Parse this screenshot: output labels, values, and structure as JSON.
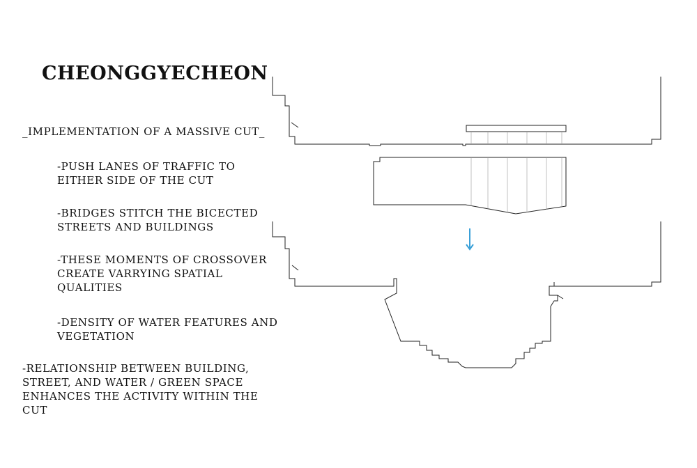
{
  "title": "CHEONGGYECHEON",
  "subtitle": "_IMPLEMENTATION OF A MASSIVE CUT_",
  "bullets": [
    {
      "lines": [
        "-PUSH LANES OF TRAFFIC TO",
        "EITHER SIDE OF THE CUT"
      ]
    },
    {
      "lines": [
        "-BRIDGES STITCH THE BICECTED",
        "STREETS AND BUILDINGS"
      ]
    },
    {
      "lines": [
        "-THESE MOMENTS OF CROSSOVER",
        "CREATE VARRYING SPATIAL",
        "QUALITIES"
      ]
    },
    {
      "lines": [
        "-DENSITY OF WATER FEATURES AND",
        "VEGETATION"
      ]
    },
    {
      "lines": [
        "-RELATIONSHIP BETWEEN BUILDING,",
        "STREET, AND WATER / GREEN SPACE",
        "ENHANCES THE ACTIVITY WITHIN THE",
        "CUT"
      ]
    }
  ],
  "colors": {
    "line": "#222222",
    "arrow": "#3aa0d8"
  },
  "icons": {
    "arrow": "down-arrow-icon"
  }
}
